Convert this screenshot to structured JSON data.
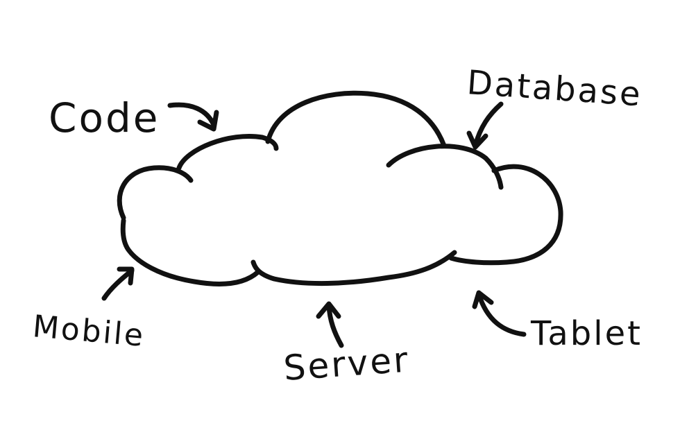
{
  "labels": {
    "code": "Code",
    "database": "Database",
    "mobile": "Mobile",
    "server": "Server",
    "tablet": "Tablet"
  },
  "colors": {
    "ink": "#111111",
    "background": "#ffffff"
  }
}
